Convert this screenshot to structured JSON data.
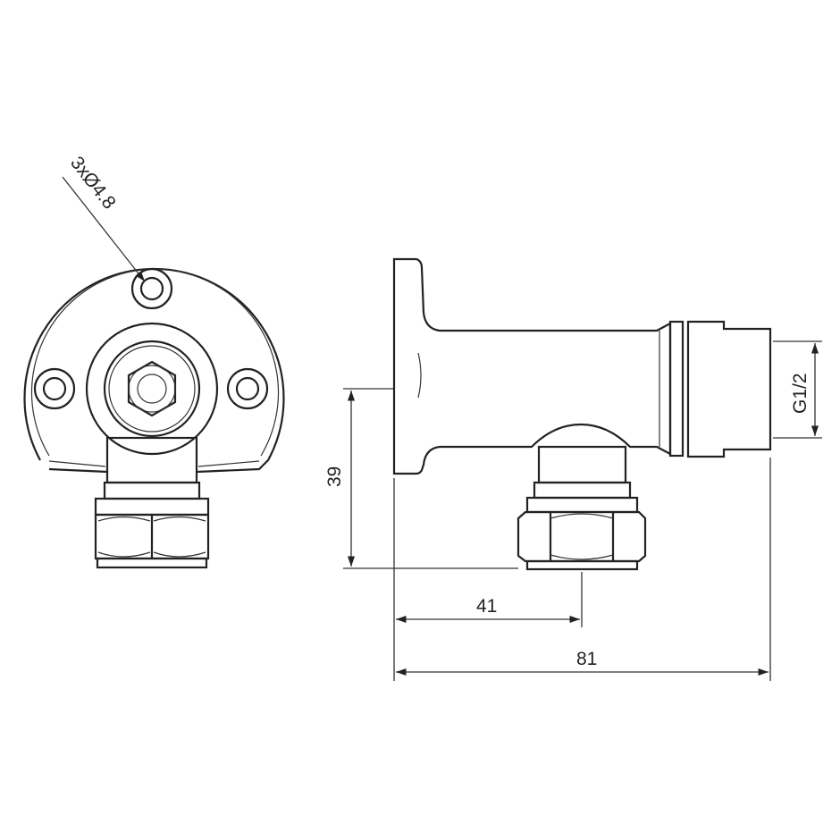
{
  "title": "Wall-mounted angle valve dimension drawing",
  "front_view": {
    "hole_callout": "3xØ4.8"
  },
  "side_view": {
    "thread_label": "G1/2",
    "height_dim": "39",
    "branch_offset_dim": "41",
    "overall_length_dim": "81"
  },
  "colors": {
    "line": "#222222",
    "background": "#ffffff"
  }
}
